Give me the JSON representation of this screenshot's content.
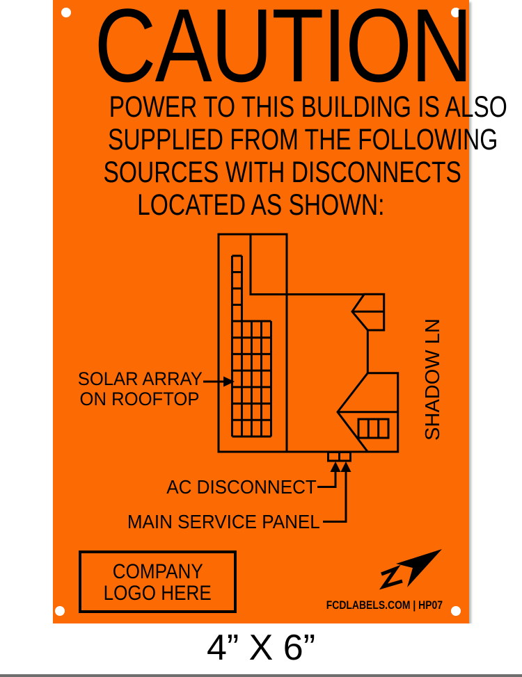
{
  "sign": {
    "headline": "CAUTION",
    "warning_lines": [
      "POWER TO THIS BUILDING IS ALSO",
      "SUPPLIED FROM THE FOLLOWING",
      "SOURCES WITH DISCONNECTS",
      "LOCATED AS SHOWN:"
    ],
    "diagram": {
      "solar_label_line1": "SOLAR ARRAY",
      "solar_label_line2": "ON ROOFTOP",
      "ac_disconnect_label": "AC DISCONNECT",
      "main_service_panel_label": "MAIN SERVICE PANEL",
      "street_label": "SHADOW LN"
    },
    "company_logo": {
      "line1": "COMPANY",
      "line2": "LOGO HERE"
    },
    "footer_brand": "FCDLABELS.COM | HP07",
    "icons": {
      "brand_logo_icon": "zigzag-paper-plane-arrow",
      "pointer_icons": "solid-black-arrowheads"
    },
    "colors": {
      "background": "#fc6a04",
      "ink": "#000000",
      "mounting_holes": "#ffffff"
    },
    "mounting_hole_count": 4
  },
  "caption": {
    "size_text": "4” X 6”"
  }
}
